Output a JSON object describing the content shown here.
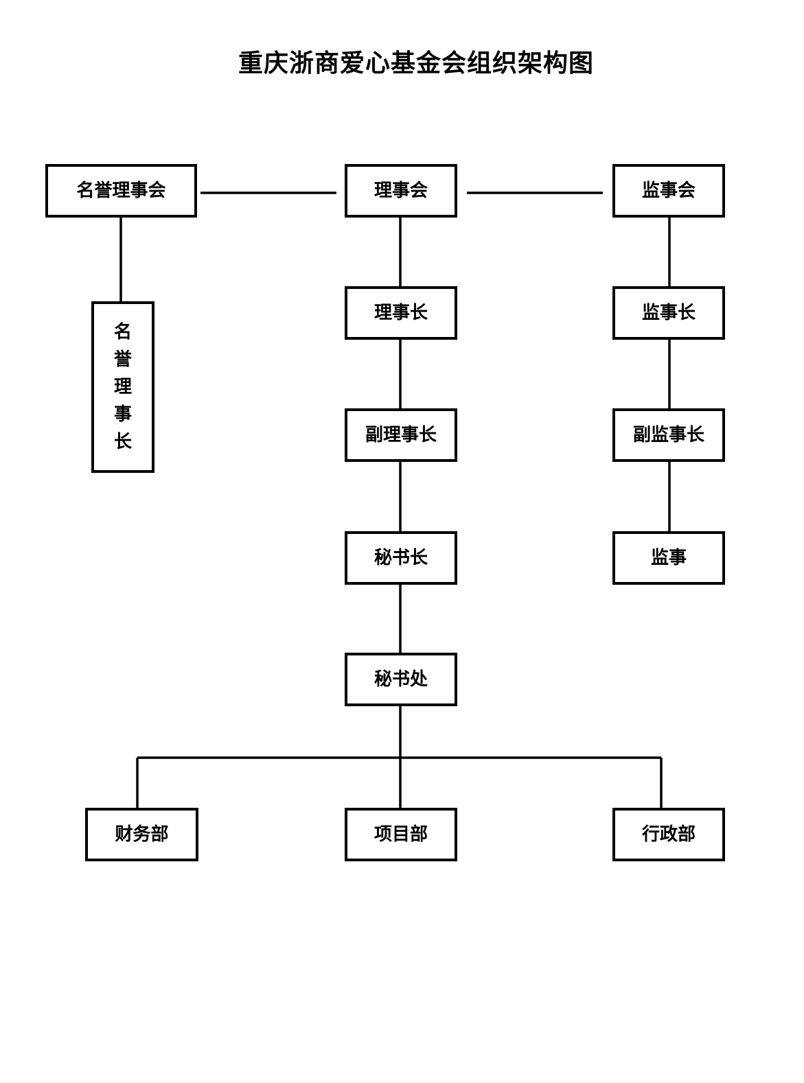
{
  "title": "重庆浙商爱心基金会组织架构图",
  "nodes": {
    "honorary_council": "名誉理事会",
    "honorary_chairman": "名誉理事长",
    "council": "理事会",
    "chairman": "理事长",
    "vice_chairman": "副理事长",
    "secretary_general": "秘书长",
    "secretariat": "秘书处",
    "supervisory_board": "监事会",
    "chief_supervisor": "监事长",
    "vice_chief_supervisor": "副监事长",
    "supervisor": "监事",
    "finance_dept": "财务部",
    "project_dept": "项目部",
    "admin_dept": "行政部"
  }
}
